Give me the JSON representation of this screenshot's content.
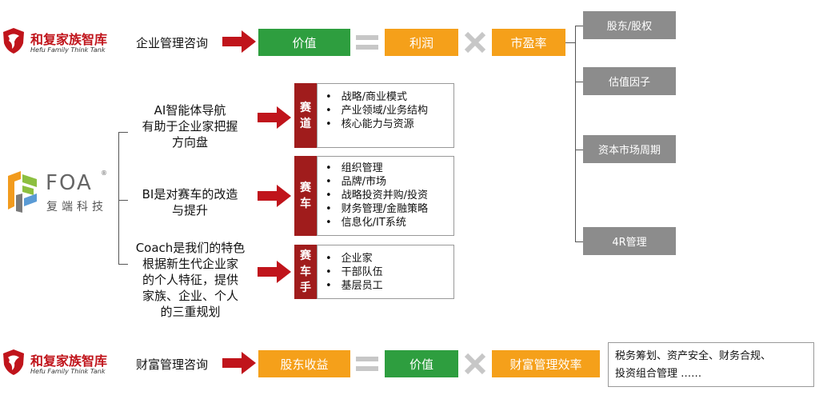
{
  "logos": {
    "hefu_name": "和复家族智库",
    "hefu_sub": "Hefu Family Think Tank",
    "foa_name": "FOA",
    "foa_cn": "复端科技",
    "foa_mark": "®"
  },
  "top": {
    "title": "企业管理咨询",
    "value": "价值",
    "profit": "利润",
    "pe": "市盈率",
    "side_items": [
      "股东/股权",
      "估值因子",
      "资本市场周期",
      "4R管理"
    ]
  },
  "middle": {
    "rows": [
      {
        "desc": [
          "AI智能体导航",
          "有助于企业家把握",
          "方向盘"
        ],
        "tag": [
          "赛",
          "道"
        ],
        "items": [
          "战略/商业模式",
          "产业领域/业务结构",
          "核心能力与资源"
        ]
      },
      {
        "desc": [
          "BI是对赛车的改造",
          "与提升"
        ],
        "tag": [
          "赛",
          "车"
        ],
        "items": [
          "组织管理",
          "品牌/市场",
          "战略投资并购/投资",
          "财务管理/金融策略",
          "信息化/IT系统"
        ]
      },
      {
        "desc": [
          "Coach是我们的特色",
          "根据新生代企业家",
          "的个人特征，提供",
          "家族、企业、个人",
          "的三重规划"
        ],
        "tag": [
          "赛",
          "车",
          "手"
        ],
        "items": [
          "企业家",
          "干部队伍",
          "基层员工"
        ]
      }
    ]
  },
  "bottom": {
    "title": "财富管理咨询",
    "returns": "股东收益",
    "value": "价值",
    "efficiency": "财富管理效率",
    "note_lines": [
      "税务筹划、资产安全、财务合规、",
      "投资组合管理 ……"
    ]
  },
  "colors": {
    "green": "#2e9e3f",
    "orange": "#f5a01a",
    "gray": "#8c8c8c",
    "red": "#c0141b",
    "darkred": "#a01c1c"
  }
}
